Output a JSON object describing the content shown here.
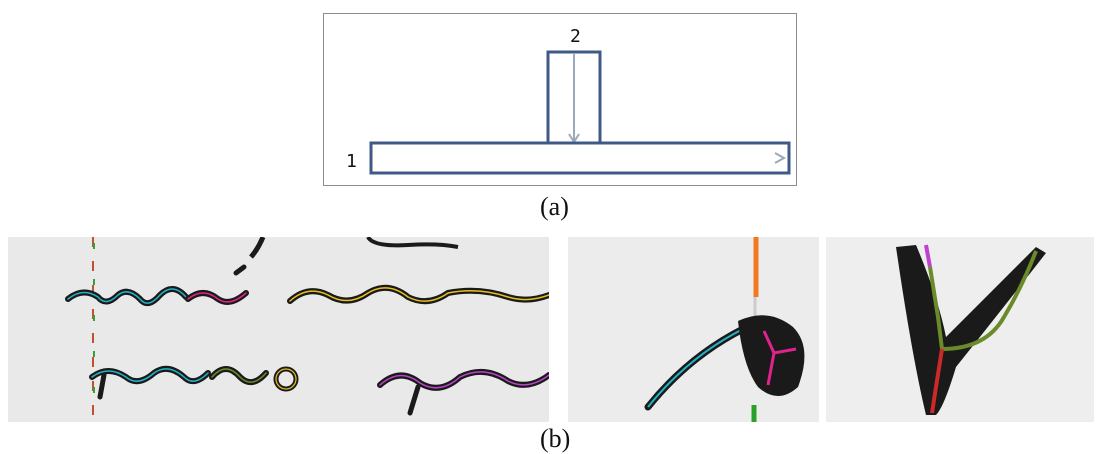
{
  "figure": {
    "panel_a": {
      "caption": "(a)",
      "stroke_labels": [
        "1",
        "2"
      ],
      "stroke_color": "#3f5a86",
      "arrow_color": "#9aaab8"
    },
    "panel_b": {
      "caption": "(b)",
      "images": [
        {
          "name": "manuscript-text-crop",
          "description_icon": "handwriting-image"
        },
        {
          "name": "stroke-detail-crop",
          "description_icon": "handwriting-image"
        },
        {
          "name": "junction-detail-crop",
          "description_icon": "handwriting-image"
        }
      ]
    },
    "colors": {
      "ink": "#1a1a1a",
      "skeleton_cyan": "#22b3c8",
      "skeleton_magenta": "#e0238c",
      "skeleton_green": "#6b8a2a",
      "skeleton_orange": "#f07a20",
      "skeleton_red": "#cc2a2a",
      "skeleton_violet": "#c040d0"
    }
  }
}
